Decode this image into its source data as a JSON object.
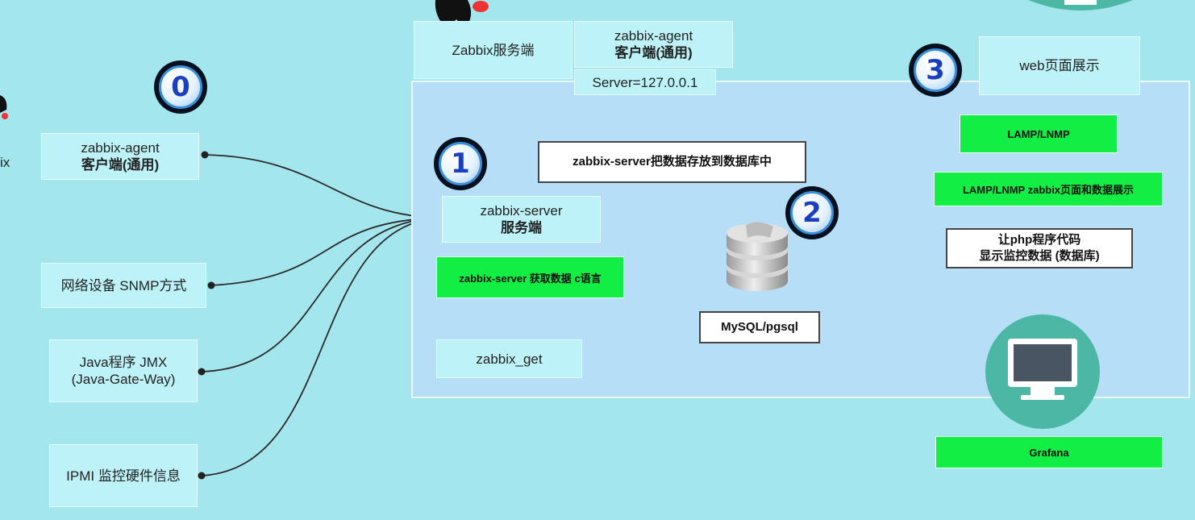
{
  "top": {
    "server_box": "Zabbix服务端",
    "agent_box_line1": "zabbix-agent",
    "agent_box_line2": "客户端(通用)",
    "server_ip": "Server=127.0.0.1",
    "web_box": "web页面展示"
  },
  "left_partial_text": "ix",
  "badges": [
    "0",
    "1",
    "2",
    "3"
  ],
  "sources": {
    "agent_line1": "zabbix-agent",
    "agent_line2": "客户端(通用)",
    "snmp": "网络设备 SNMP方式",
    "java_line1": "Java程序 JMX",
    "java_line2": "(Java-Gate-Way)",
    "ipmi": "IPMI 监控硬件信息"
  },
  "server": {
    "name_line1": "zabbix-server",
    "name_line2": "服务端",
    "fetch_note": "zabbix-server 获取数据 c语言",
    "zabbix_get": "zabbix_get",
    "store_note": "zabbix-server把数据存放到数据库中"
  },
  "database": {
    "label": "MySQL/pgsql"
  },
  "web": {
    "lamp": "LAMP/LNMP",
    "lamp_display": "LAMP/LNMP zabbix页面和数据展示",
    "php_line1": "让php程序代码",
    "php_line2": "显示监控数据 (数据库)",
    "grafana": "Grafana"
  },
  "colors": {
    "background": "#a4e6ed",
    "panel": "#b6dff7",
    "green": "#13ee45",
    "monitor_circle": "#4bb7a4"
  }
}
